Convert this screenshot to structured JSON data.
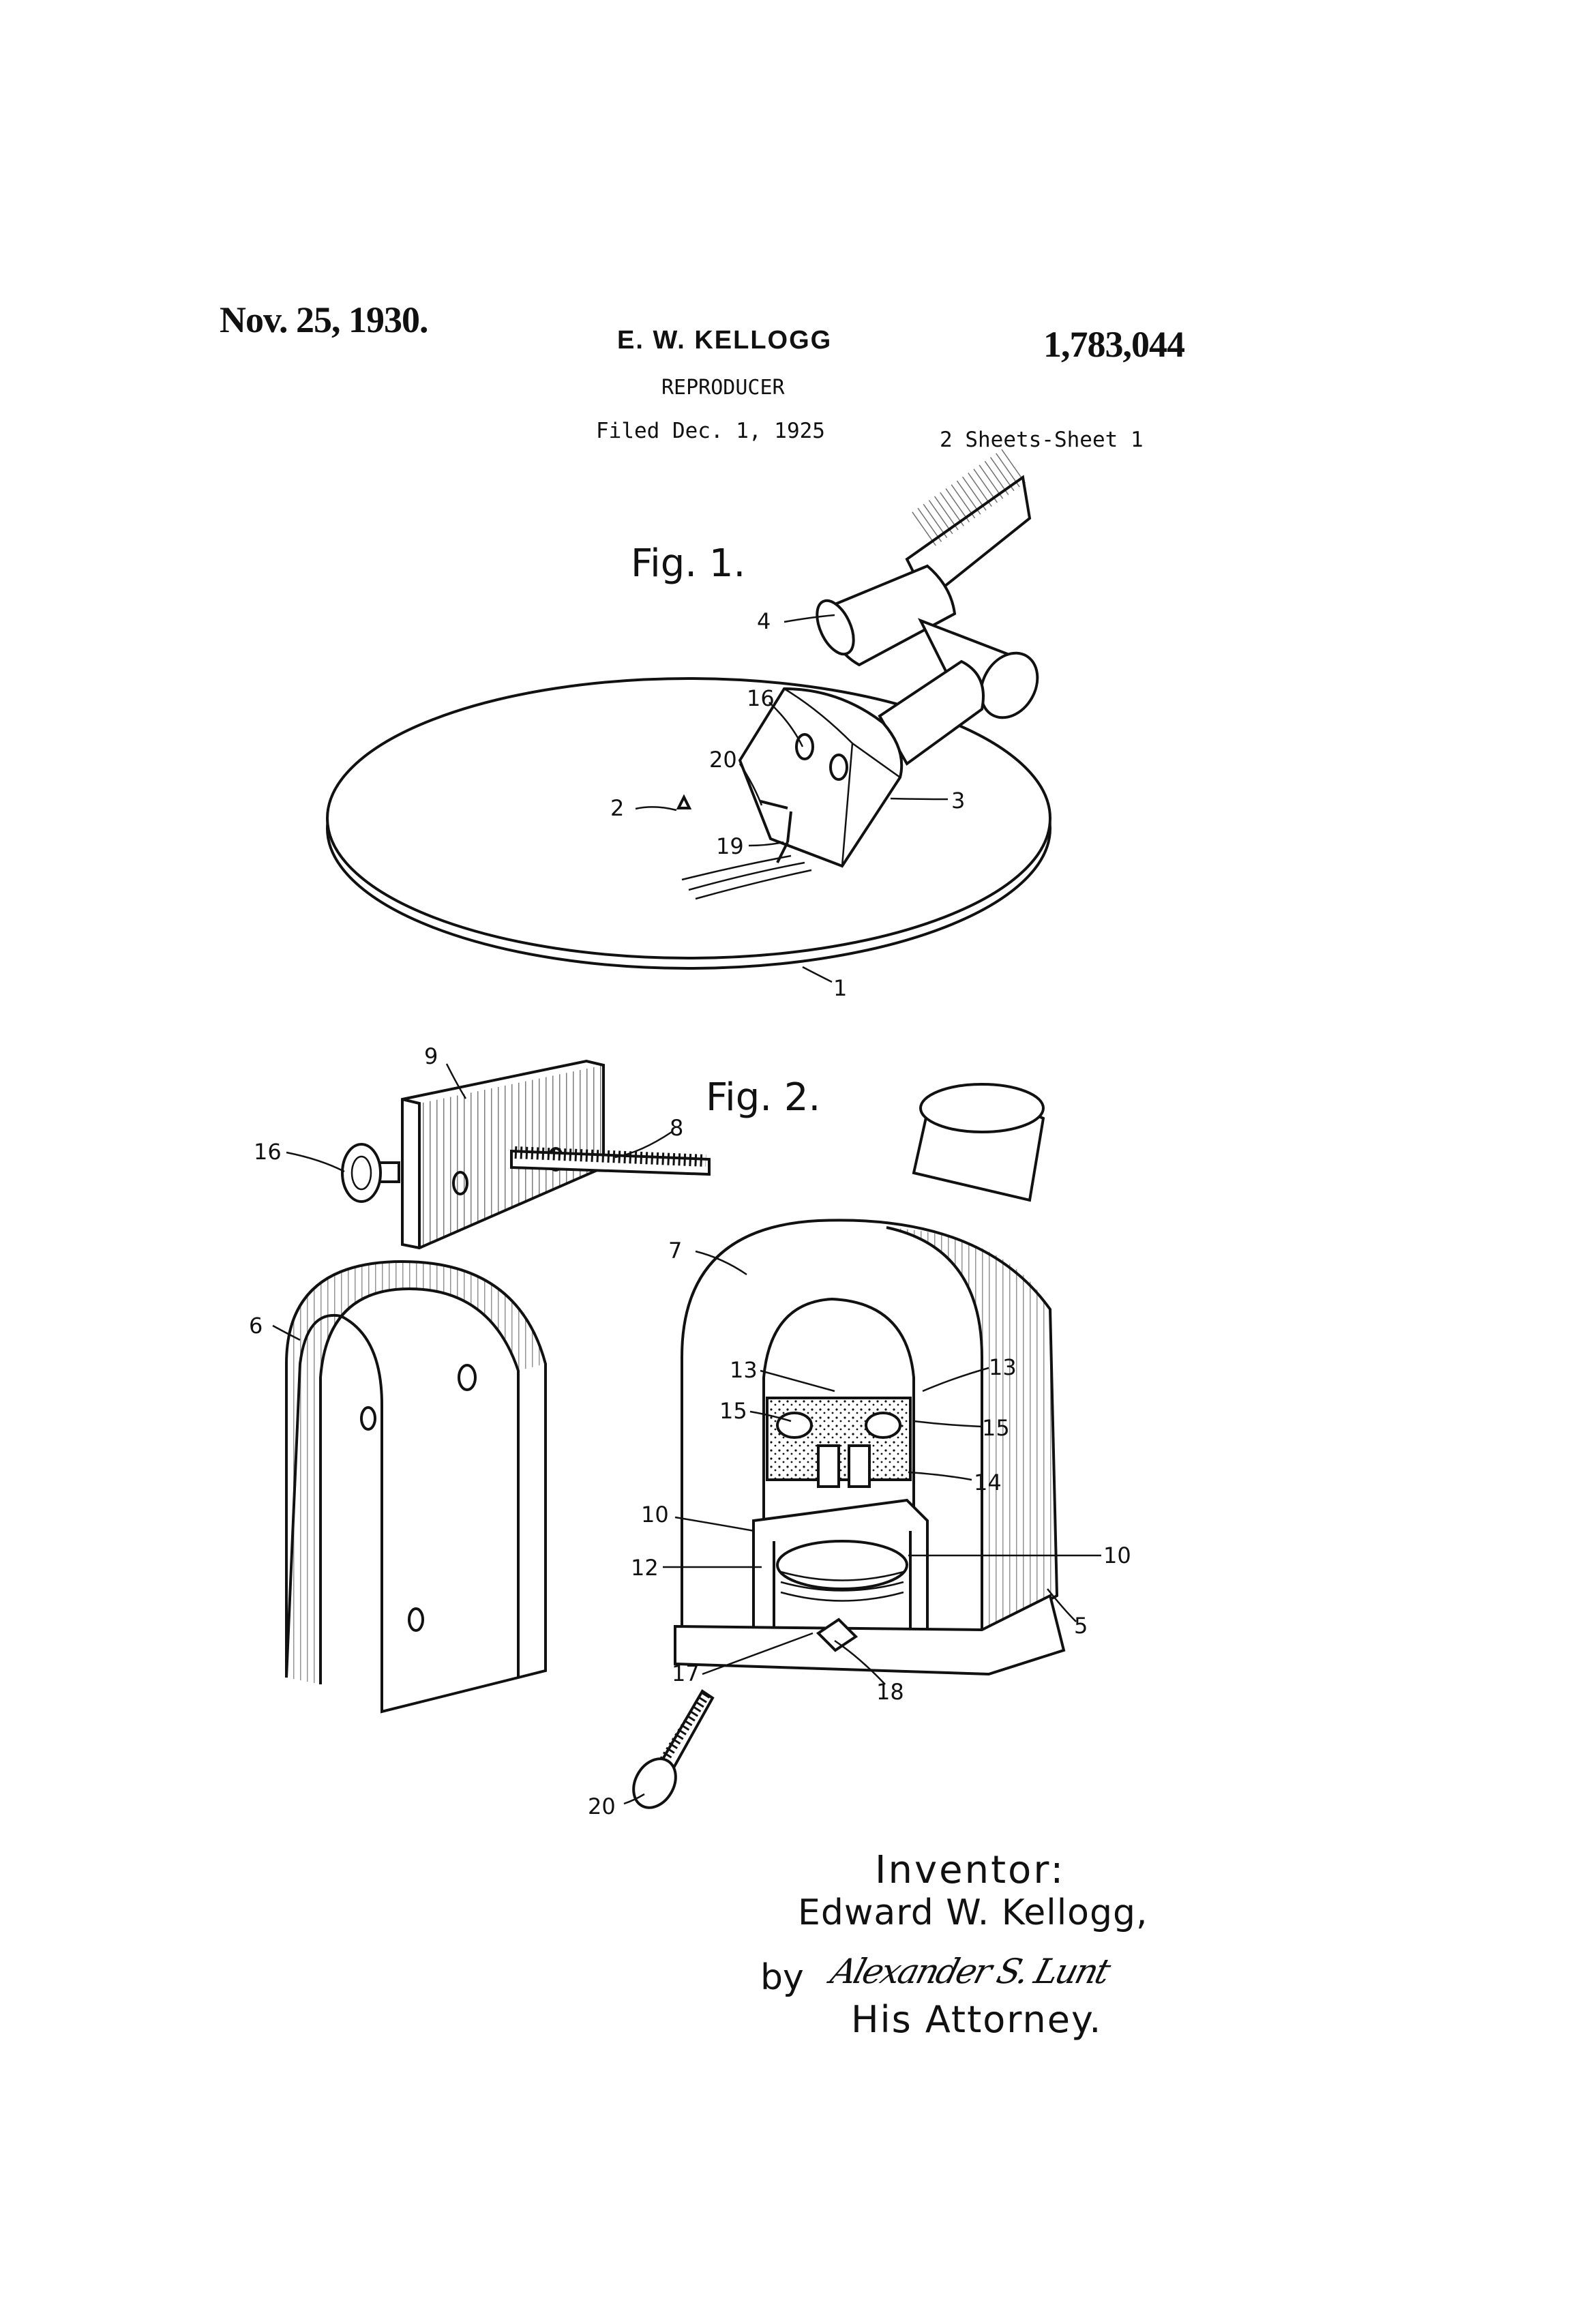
{
  "header": {
    "date": "Nov. 25, 1930.",
    "inventor_short": "E. W. KELLOGG",
    "patent_number": "1,783,044",
    "title": "REPRODUCER",
    "filed": "Filed Dec. 1, 1925",
    "sheets": "2 Sheets-Sheet 1"
  },
  "fig1": {
    "title": "Fig. 1.",
    "labels": {
      "l4": "4",
      "l16": "16",
      "l20": "20",
      "l2": "2",
      "l19": "19",
      "l3": "3",
      "l1": "1"
    }
  },
  "fig2": {
    "title": "Fig. 2.",
    "labels": {
      "l9": "9",
      "l8": "8",
      "l16": "16",
      "l6": "6",
      "l7": "7",
      "l13a": "13",
      "l13b": "13",
      "l15a": "15",
      "l15b": "15",
      "l14": "14",
      "l10a": "10",
      "l10b": "10",
      "l12": "12",
      "l5": "5",
      "l17": "17",
      "l18": "18",
      "l20": "20"
    }
  },
  "signature_block": {
    "inventor_label": "Inventor:",
    "inventor_name": "Edward W. Kellogg,",
    "by": "by",
    "signature": "Alexander S. Lunt",
    "attorney": "His Attorney."
  }
}
